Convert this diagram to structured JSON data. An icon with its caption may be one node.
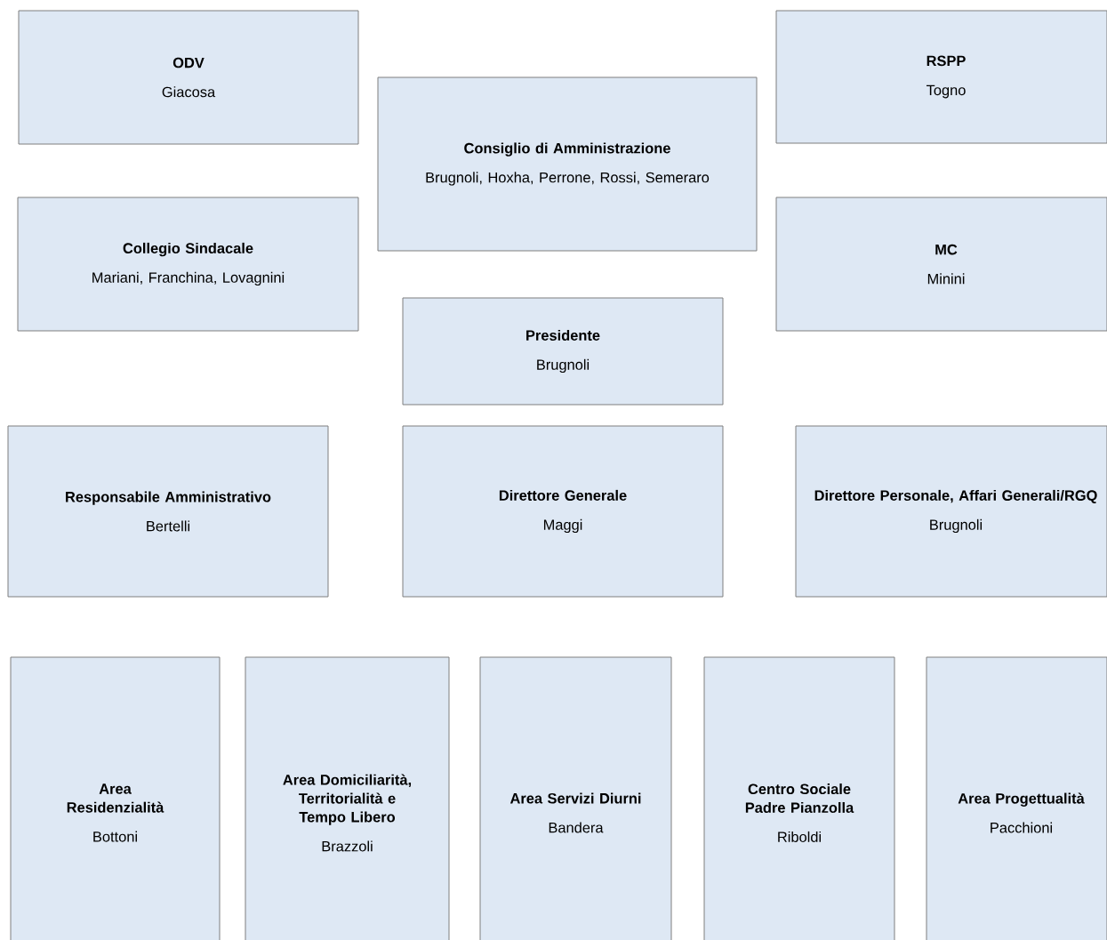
{
  "diagram": {
    "nodes": [
      {
        "text": [
          "ODV",
          "Giacosa"
        ]
      },
      {
        "text": [
          "Consiglio di Amministrazione",
          "Brugnoli, Hoxha, Perrone, Rossi, Semeraro"
        ]
      },
      {
        "text": [
          "RSPP",
          "Togno"
        ]
      },
      {
        "text": [
          "Collegio Sindacale",
          "Mariani, Franchina, Lovagnini"
        ]
      },
      {
        "text": [
          "MC",
          "Minini"
        ]
      },
      {
        "text": [
          "Presidente",
          "Brugnoli"
        ]
      },
      {
        "text": [
          "Responsabile Amministrativo",
          "Bertelli"
        ]
      },
      {
        "text": [
          "Direttore Generale",
          "Maggi"
        ]
      },
      {
        "text": [
          "Direttore Personale, Affari Generali/RGQ",
          "Brugnoli"
        ]
      },
      {
        "text": [
          "Area Residenzialità",
          "Bottoni"
        ]
      },
      {
        "text": [
          "Area Domiciliarità, Territorialità e Tempo Libero",
          "Brazzoli"
        ]
      },
      {
        "text": [
          "Area Servizi Diurni",
          "Bandera"
        ]
      },
      {
        "text": [
          "Centro Sociale Padre Pianzolla",
          "Riboldi"
        ]
      },
      {
        "text": [
          "Area Progettualità",
          "Pacchioni"
        ]
      }
    ]
  }
}
